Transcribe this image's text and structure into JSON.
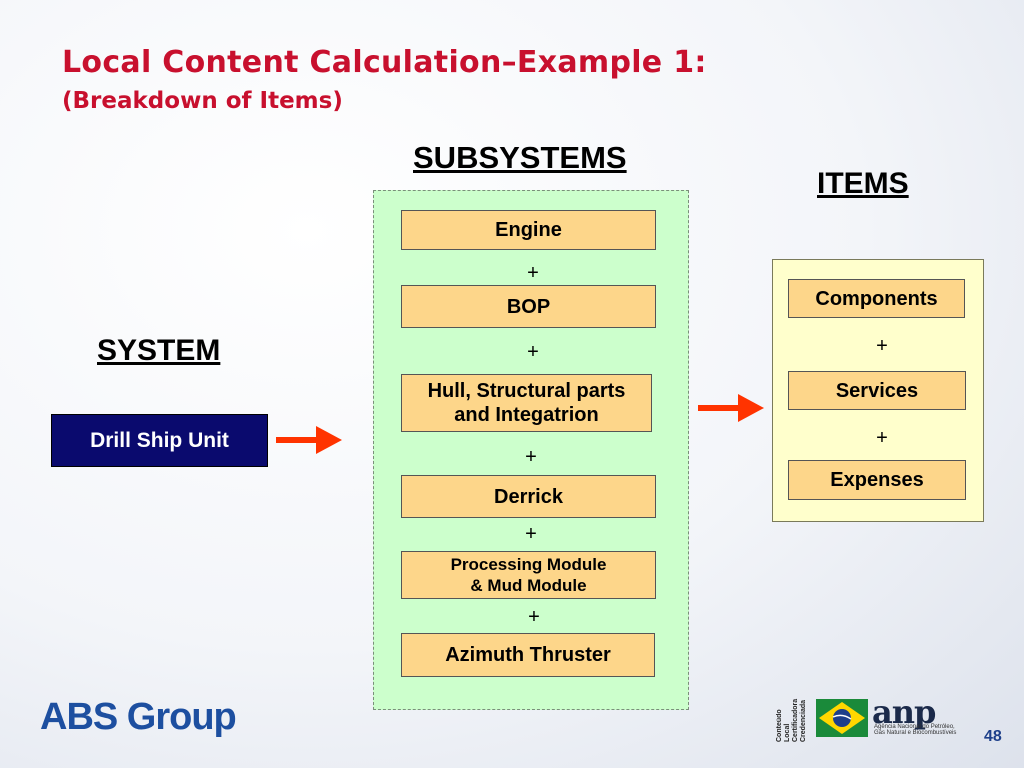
{
  "slide": {
    "title": "Local Content Calculation–Example 1:",
    "subtitle": "(Breakdown of Items)",
    "page_number": "48"
  },
  "headings": {
    "subsystems": "SUBSYSTEMS",
    "items": "ITEMS",
    "system": "SYSTEM"
  },
  "system": {
    "label": "Drill Ship Unit"
  },
  "subsystems": [
    "Engine",
    "BOP",
    "Hull, Structural parts and Integatrion",
    "Derrick",
    "Processing Module & Mud Module",
    "Azimuth Thruster"
  ],
  "items": [
    "Components",
    "Services",
    "Expenses"
  ],
  "plus_sign": "+",
  "logos": {
    "abs": "ABS Group",
    "anp": "anp",
    "anp_text": "Agência Nacional do Petróleo, Gás Natural e Biocombustíveis",
    "seal_text": "Conteúdo Local Certificadora Credenciada"
  },
  "colors": {
    "title": "#c8102e",
    "arrow": "#ff3300",
    "subsystem_fill": "#fdd68a",
    "green_panel": "#ccffcc",
    "yellow_panel": "#ffffcc",
    "system_fill": "#0a0a6e",
    "abs_blue": "#1d4fa0"
  }
}
